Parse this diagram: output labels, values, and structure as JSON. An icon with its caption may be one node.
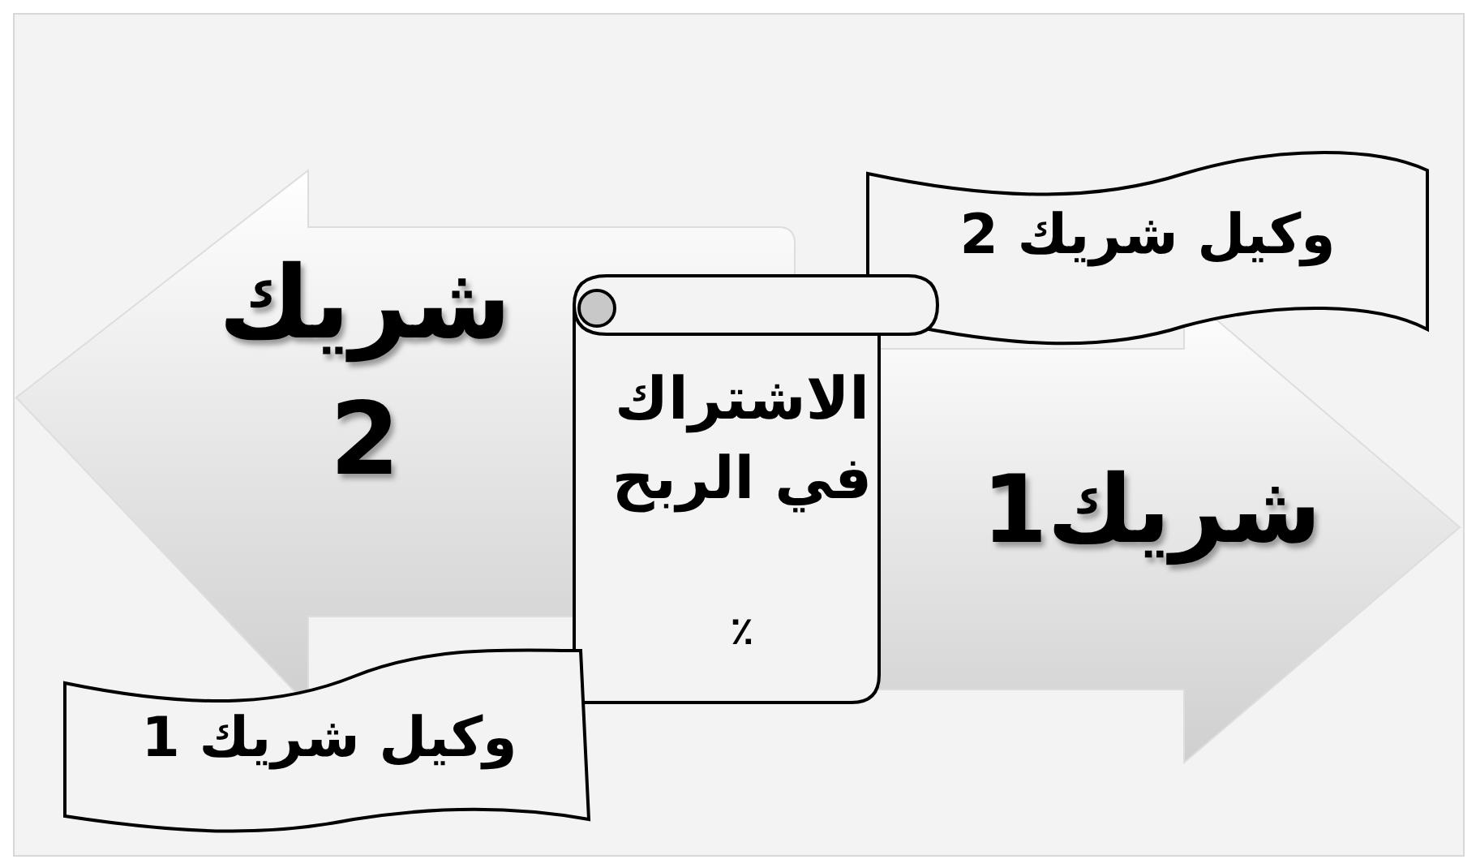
{
  "diagram": {
    "nodes": [
      {
        "text": [
          "شريك 2"
        ]
      },
      {
        "text": [
          "شريك1"
        ]
      },
      {
        "text": [
          "وكيل شريك 2"
        ]
      },
      {
        "text": [
          "الاشتراك في الربح",
          "٪"
        ]
      },
      {
        "text": [
          "وكيل شريك 1"
        ]
      }
    ]
  }
}
